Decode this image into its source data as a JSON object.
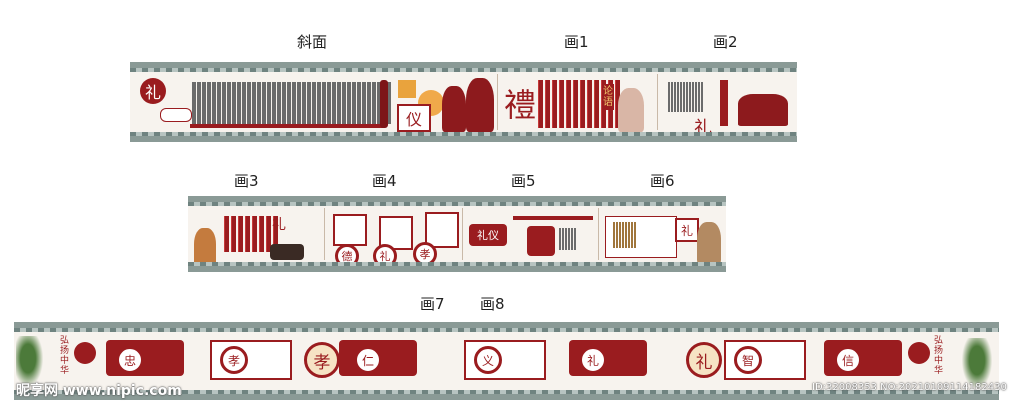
{
  "labels": {
    "slope": "斜面",
    "p1": "画1",
    "p2": "画2",
    "p3": "画3",
    "p4": "画4",
    "p5": "画5",
    "p6": "画6",
    "p7": "画7",
    "p8": "画8"
  },
  "glyphs": {
    "li": "礼",
    "yi": "仪",
    "li_trad": "禮",
    "lunyu": "论语",
    "de": "德",
    "xiao": "孝",
    "liyi": "礼仪",
    "zhong": "忠",
    "ren": "仁",
    "yi2": "义",
    "zhi": "智",
    "xin": "信",
    "hongyang": "弘扬中华"
  },
  "watermark": {
    "left": "昵享网 www.nipic.com",
    "right": "ID:32008353 NO:20210109114182430"
  },
  "colors": {
    "red": "#9a1c1f",
    "gray": "#8a9a96",
    "paper": "#f7f3ee"
  }
}
